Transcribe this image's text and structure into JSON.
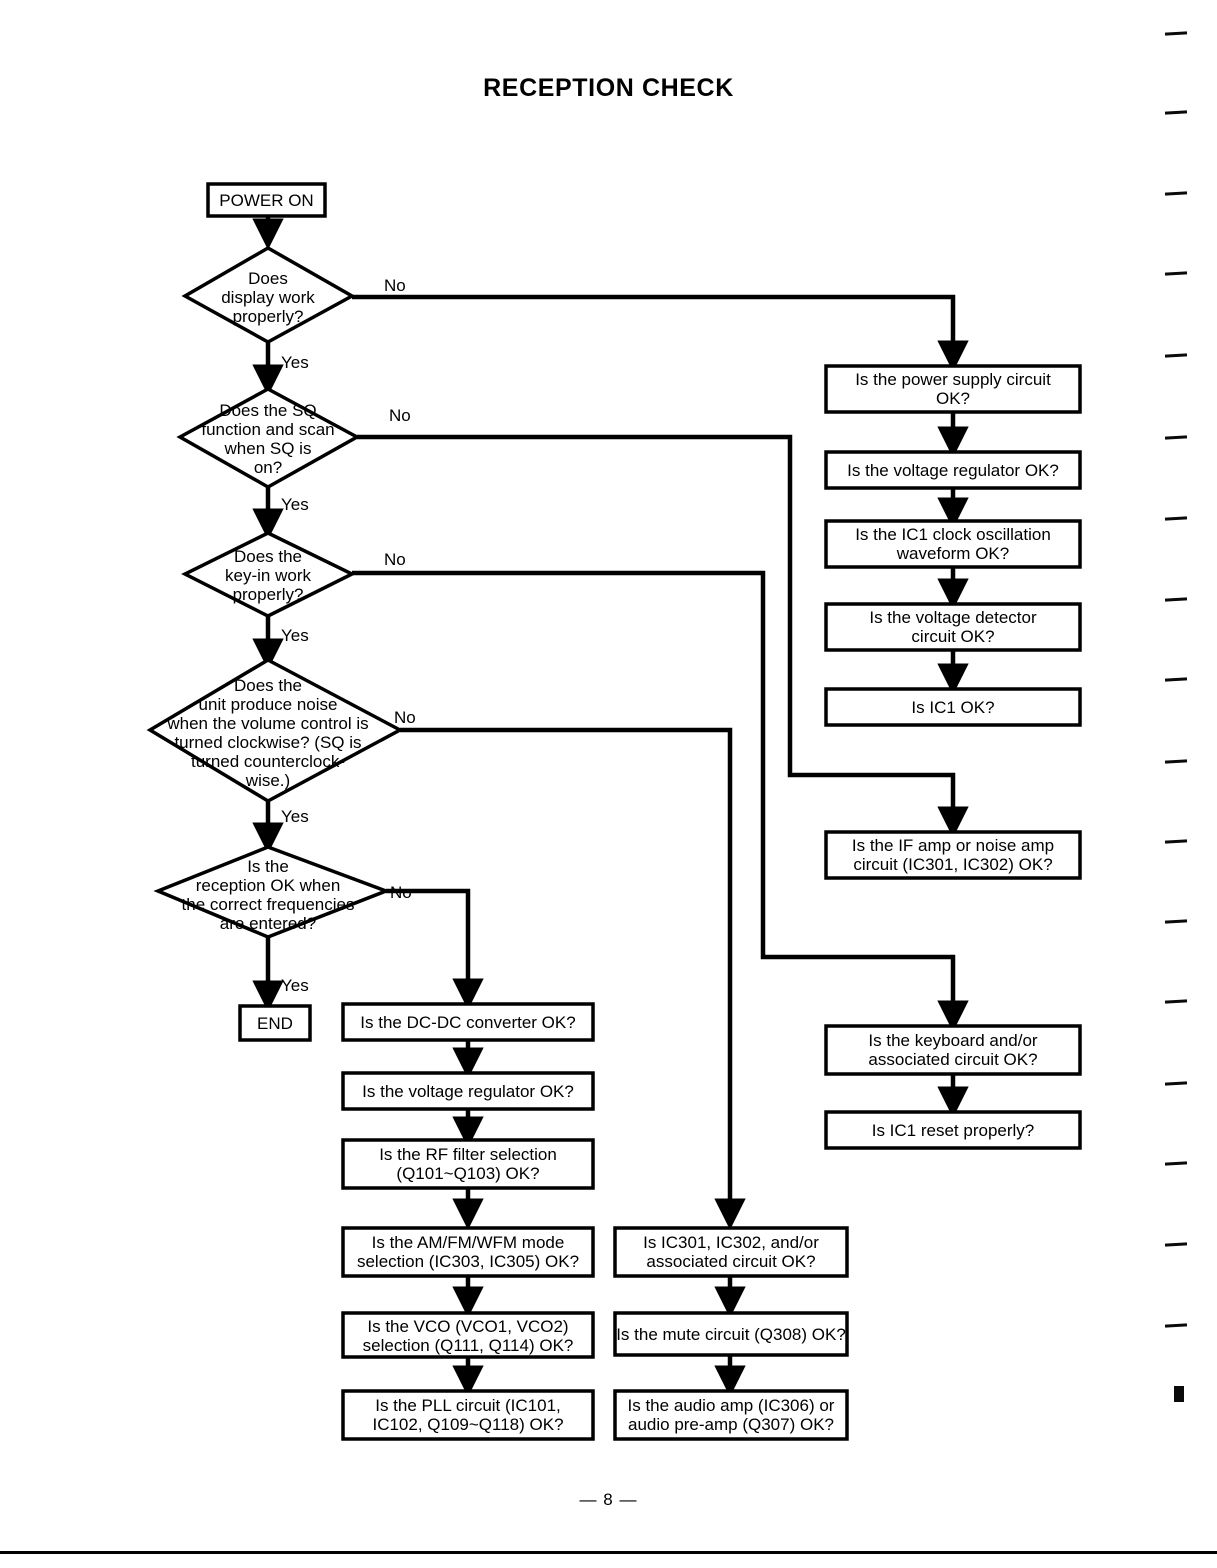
{
  "document": {
    "title": "RECEPTION CHECK",
    "page_number": "— 8 —"
  },
  "flowchart": {
    "type": "troubleshooting-flowchart",
    "colors": {
      "stroke": "#000000",
      "fill": "#ffffff",
      "text": "#000000"
    },
    "start_node": {
      "id": "start",
      "shape": "rect",
      "label": "POWER ON"
    },
    "end_node": {
      "id": "end",
      "shape": "rect",
      "label": "END"
    },
    "decisions": [
      {
        "id": "d1",
        "shape": "diamond",
        "lines": [
          "Does",
          "display work",
          "properly?"
        ],
        "yes_label": "Yes",
        "no_label": "No"
      },
      {
        "id": "d2",
        "shape": "diamond",
        "lines": [
          "Does the SQ",
          "function and scan",
          "when SQ is",
          "on?"
        ],
        "yes_label": "Yes",
        "no_label": "No"
      },
      {
        "id": "d3",
        "shape": "diamond",
        "lines": [
          "Does the",
          "key-in work",
          "properly?"
        ],
        "yes_label": "Yes",
        "no_label": "No"
      },
      {
        "id": "d4",
        "shape": "diamond",
        "lines": [
          "Does the",
          "unit produce noise",
          "when the volume control is",
          "turned clockwise? (SQ is",
          "turned counterclock-",
          "wise.)"
        ],
        "yes_label": "Yes",
        "no_label": "No"
      },
      {
        "id": "d5",
        "shape": "diamond",
        "lines": [
          "Is the",
          "reception OK when",
          "the correct frequencies",
          "are entered?"
        ],
        "yes_label": "Yes",
        "no_label": "No"
      }
    ],
    "branches": [
      {
        "id": "power-branch",
        "from": "d1",
        "via": "No",
        "steps": [
          {
            "id": "p1",
            "lines": [
              "Is the power supply circuit",
              "OK?"
            ]
          },
          {
            "id": "p2",
            "lines": [
              "Is the voltage regulator OK?"
            ]
          },
          {
            "id": "p3",
            "lines": [
              "Is the IC1 clock oscillation",
              "waveform OK?"
            ]
          },
          {
            "id": "p4",
            "lines": [
              "Is the voltage detector",
              "circuit OK?"
            ]
          },
          {
            "id": "p5",
            "lines": [
              "Is IC1 OK?"
            ]
          }
        ]
      },
      {
        "id": "sq-branch",
        "from": "d2",
        "via": "No",
        "steps": [
          {
            "id": "s1",
            "lines": [
              "Is the IF amp or noise amp",
              "circuit (IC301, IC302) OK?"
            ]
          }
        ]
      },
      {
        "id": "keyin-branch",
        "from": "d3",
        "via": "No",
        "steps": [
          {
            "id": "k1",
            "lines": [
              "Is the keyboard and/or",
              "associated circuit OK?"
            ]
          },
          {
            "id": "k2",
            "lines": [
              "Is IC1 reset properly?"
            ]
          }
        ]
      },
      {
        "id": "noise-branch",
        "from": "d4",
        "via": "No",
        "steps": [
          {
            "id": "n1",
            "lines": [
              "Is IC301, IC302, and/or",
              "associated circuit OK?"
            ]
          },
          {
            "id": "n2",
            "lines": [
              "Is the mute circuit (Q308) OK?"
            ]
          },
          {
            "id": "n3",
            "lines": [
              "Is the audio amp (IC306) or",
              "audio pre-amp (Q307) OK?"
            ]
          }
        ]
      },
      {
        "id": "reception-branch",
        "from": "d5",
        "via": "No",
        "steps": [
          {
            "id": "r1",
            "lines": [
              "Is the DC-DC converter OK?"
            ]
          },
          {
            "id": "r2",
            "lines": [
              "Is the voltage regulator OK?"
            ]
          },
          {
            "id": "r3",
            "lines": [
              "Is the RF filter selection",
              "(Q101~Q103) OK?"
            ]
          },
          {
            "id": "r4",
            "lines": [
              "Is the AM/FM/WFM mode",
              "selection (IC303, IC305) OK?"
            ]
          },
          {
            "id": "r5",
            "lines": [
              "Is the VCO (VCO1, VCO2)",
              "selection (Q111, Q114) OK?"
            ]
          },
          {
            "id": "r6",
            "lines": [
              "Is the PLL circuit (IC101,",
              "IC102, Q109~Q118) OK?"
            ]
          }
        ]
      }
    ]
  }
}
